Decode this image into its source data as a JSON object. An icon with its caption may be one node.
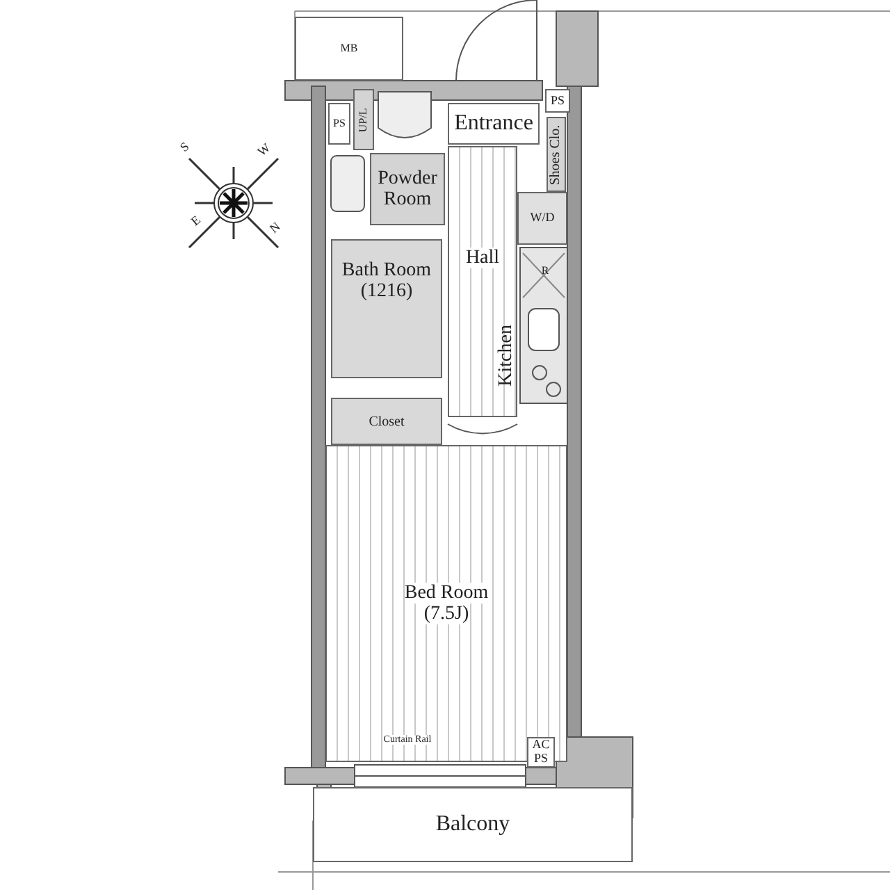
{
  "diagram": {
    "nodes": [
      {
        "text": [
          "MB"
        ]
      },
      {
        "text": [
          "PS"
        ]
      },
      {
        "text": [
          "UP/L"
        ]
      },
      {
        "text": [
          "Entrance"
        ]
      },
      {
        "text": [
          "PS"
        ]
      },
      {
        "text": [
          "Shoes Clo."
        ]
      },
      {
        "text": [
          "Powder Room"
        ]
      },
      {
        "text": [
          "W/D"
        ]
      },
      {
        "text": [
          "Hall"
        ]
      },
      {
        "text": [
          "Bath Room",
          "(1216)"
        ]
      },
      {
        "text": [
          "Kitchen"
        ],
        "in": 8
      },
      {
        "text": [
          "Closet"
        ]
      },
      {
        "text": [
          "Bed Room",
          "(7.5J)"
        ]
      },
      {
        "text": [
          "AC PS"
        ]
      },
      {
        "text": [
          "Balcony"
        ]
      }
    ],
    "labels": [
      "S",
      "W",
      "E",
      "N",
      "R",
      "Curtain Rail"
    ]
  }
}
